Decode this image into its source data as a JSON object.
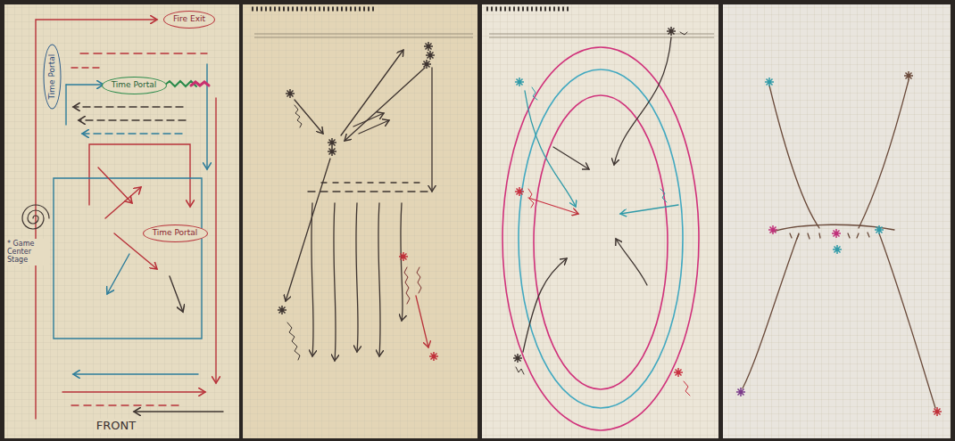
{
  "diagram": {
    "nodes": [
      {
        "text": [
          "Fire Exit"
        ]
      },
      {
        "text": [
          "Time Portal"
        ]
      },
      {
        "text": [
          "Time Portal"
        ]
      },
      {
        "text": [
          "Time Portal"
        ]
      }
    ],
    "labels": [
      "* Game Center Stage",
      "FRONT"
    ]
  }
}
